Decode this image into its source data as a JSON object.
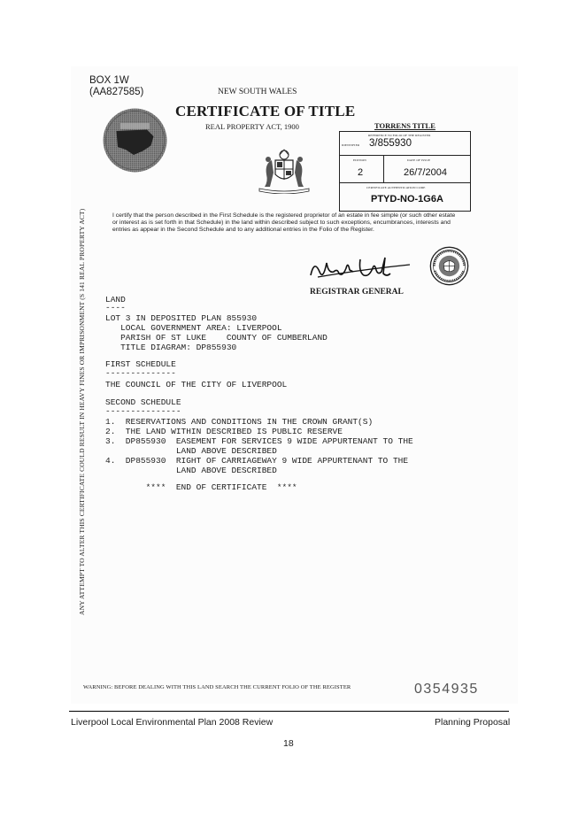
{
  "header": {
    "box_line1": "BOX 1W",
    "box_line2": "(AA827585)",
    "state": "NEW SOUTH WALES",
    "title": "CERTIFICATE OF TITLE",
    "act": "REAL PROPERTY ACT, 1900"
  },
  "torrens": {
    "heading": "TORRENS TITLE",
    "reference_label": "REFERENCE TO FOLIO OF THE REGISTER",
    "identifier_label": "IDENTIFIER",
    "identifier": "3/855930",
    "edition_label": "EDITION",
    "edition": "2",
    "date_label": "DATE OF ISSUE",
    "date": "26/7/2004",
    "auth_label": "CERTIFICATE AUTHENTICATION CODE",
    "auth_code": "PTYD-NO-1G6A"
  },
  "certify_text": "I certify that the person described in the First Schedule is the registered proprietor of an estate in fee simple (or such other estate or interest as is set forth in that Schedule) in the land within described subject to such exceptions, encumbrances, interests and entries as appear in the Second Schedule and to any additional entries in the Folio of the Register.",
  "registrar": "REGISTRAR GENERAL",
  "side_warning": "ANY ATTEMPT TO ALTER THIS CERTIFICATE COULD RESULT IN HEAVY FINES OR IMPRISONMENT (S 141 REAL PROPERTY ACT)",
  "body_lines": [
    "LAND",
    "----",
    "LOT 3 IN DEPOSITED PLAN 855930",
    "   LOCAL GOVERNMENT AREA: LIVERPOOL",
    "   PARISH OF ST LUKE    COUNTY OF CUMBERLAND",
    "   TITLE DIAGRAM: DP855930",
    "FIRST SCHEDULE",
    "--------------",
    "THE COUNCIL OF THE CITY OF LIVERPOOL",
    "SECOND SCHEDULE",
    "---------------",
    "1.  RESERVATIONS AND CONDITIONS IN THE CROWN GRANT(S)",
    "2.  THE LAND WITHIN DESCRIBED IS PUBLIC RESERVE",
    "3.  DP855930  EASEMENT FOR SERVICES 9 WIDE APPURTENANT TO THE",
    "              LAND ABOVE DESCRIBED",
    "4.  DP855930  RIGHT OF CARRIAGEWAY 9 WIDE APPURTENANT TO THE",
    "              LAND ABOVE DESCRIBED",
    "        ****  END OF CERTIFICATE  ****"
  ],
  "bottom_warning": "WARNING: BEFORE DEALING WITH THIS LAND SEARCH THE CURRENT FOLIO OF THE REGISTER",
  "serial": "0354935",
  "footer": {
    "left": "Liverpool Local Environmental Plan 2008 Review",
    "right": "Planning Proposal",
    "page": "18"
  }
}
